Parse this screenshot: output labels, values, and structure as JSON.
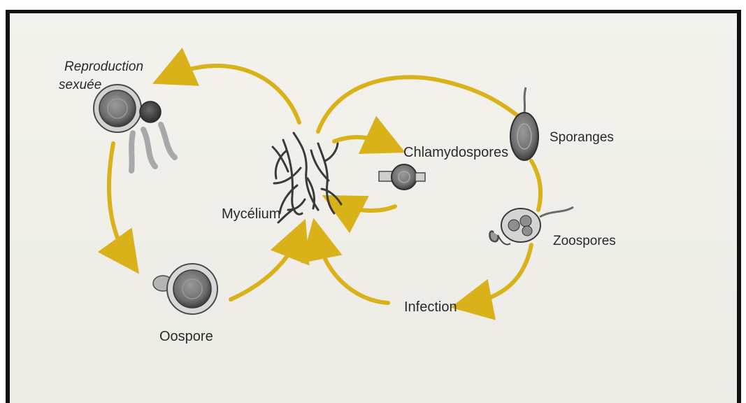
{
  "diagram": {
    "labels": {
      "reproduction": "Reproduction",
      "sexuee": "sexuée",
      "mycelium": "Mycélium",
      "chlamydospores": "Chlamydospores",
      "sporanges": "Sporanges",
      "zoospores": "Zoospores",
      "infection": "Infection",
      "oospore": "Oospore"
    },
    "colors": {
      "arrow": "#d9b21a",
      "page": "#f0efe9",
      "text": "#2a2a2a",
      "organism": "#5a5a5a"
    }
  }
}
